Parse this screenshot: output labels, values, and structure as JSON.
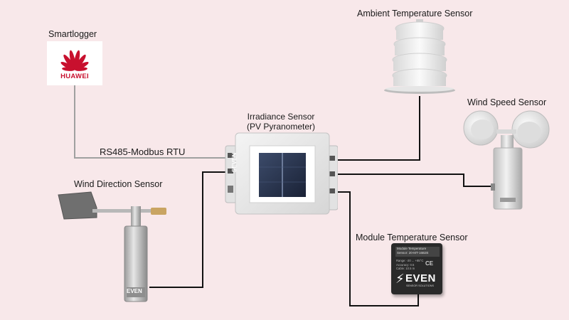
{
  "smartlogger": {
    "label": "Smartlogger",
    "logo_text": "HUAWEI",
    "brand_color": "#c8102e"
  },
  "irradiance": {
    "label_line1": "Irradiance Sensor",
    "label_line2": "(PV Pyranometer)",
    "side_brand": "SEVEN"
  },
  "ambient": {
    "label": "Ambient Temperature Sensor"
  },
  "wind_speed": {
    "label": "Wind Speed Sensor"
  },
  "wind_direction": {
    "label": "Wind Direction Sensor",
    "body_brand": "EVEN"
  },
  "module_temp": {
    "label": "Module Temperature Sensor",
    "plate_line1": "Module Temperature",
    "plate_line2": "Sensor: 20-MT-16B2E",
    "spec_line1": "Range: -20 ... +85°C",
    "spec_line2": "Accuracy: 0.5",
    "spec_line3": "Cable: 10.5 m",
    "body_brand": "EVEN",
    "body_sub": "SENSOR SOLUTIONS"
  },
  "connection": {
    "protocol_label": "RS485-Modbus RTU"
  },
  "colors": {
    "background": "#f8e8ea",
    "wire": "#111111",
    "gray_wire": "#a0a0a0"
  }
}
